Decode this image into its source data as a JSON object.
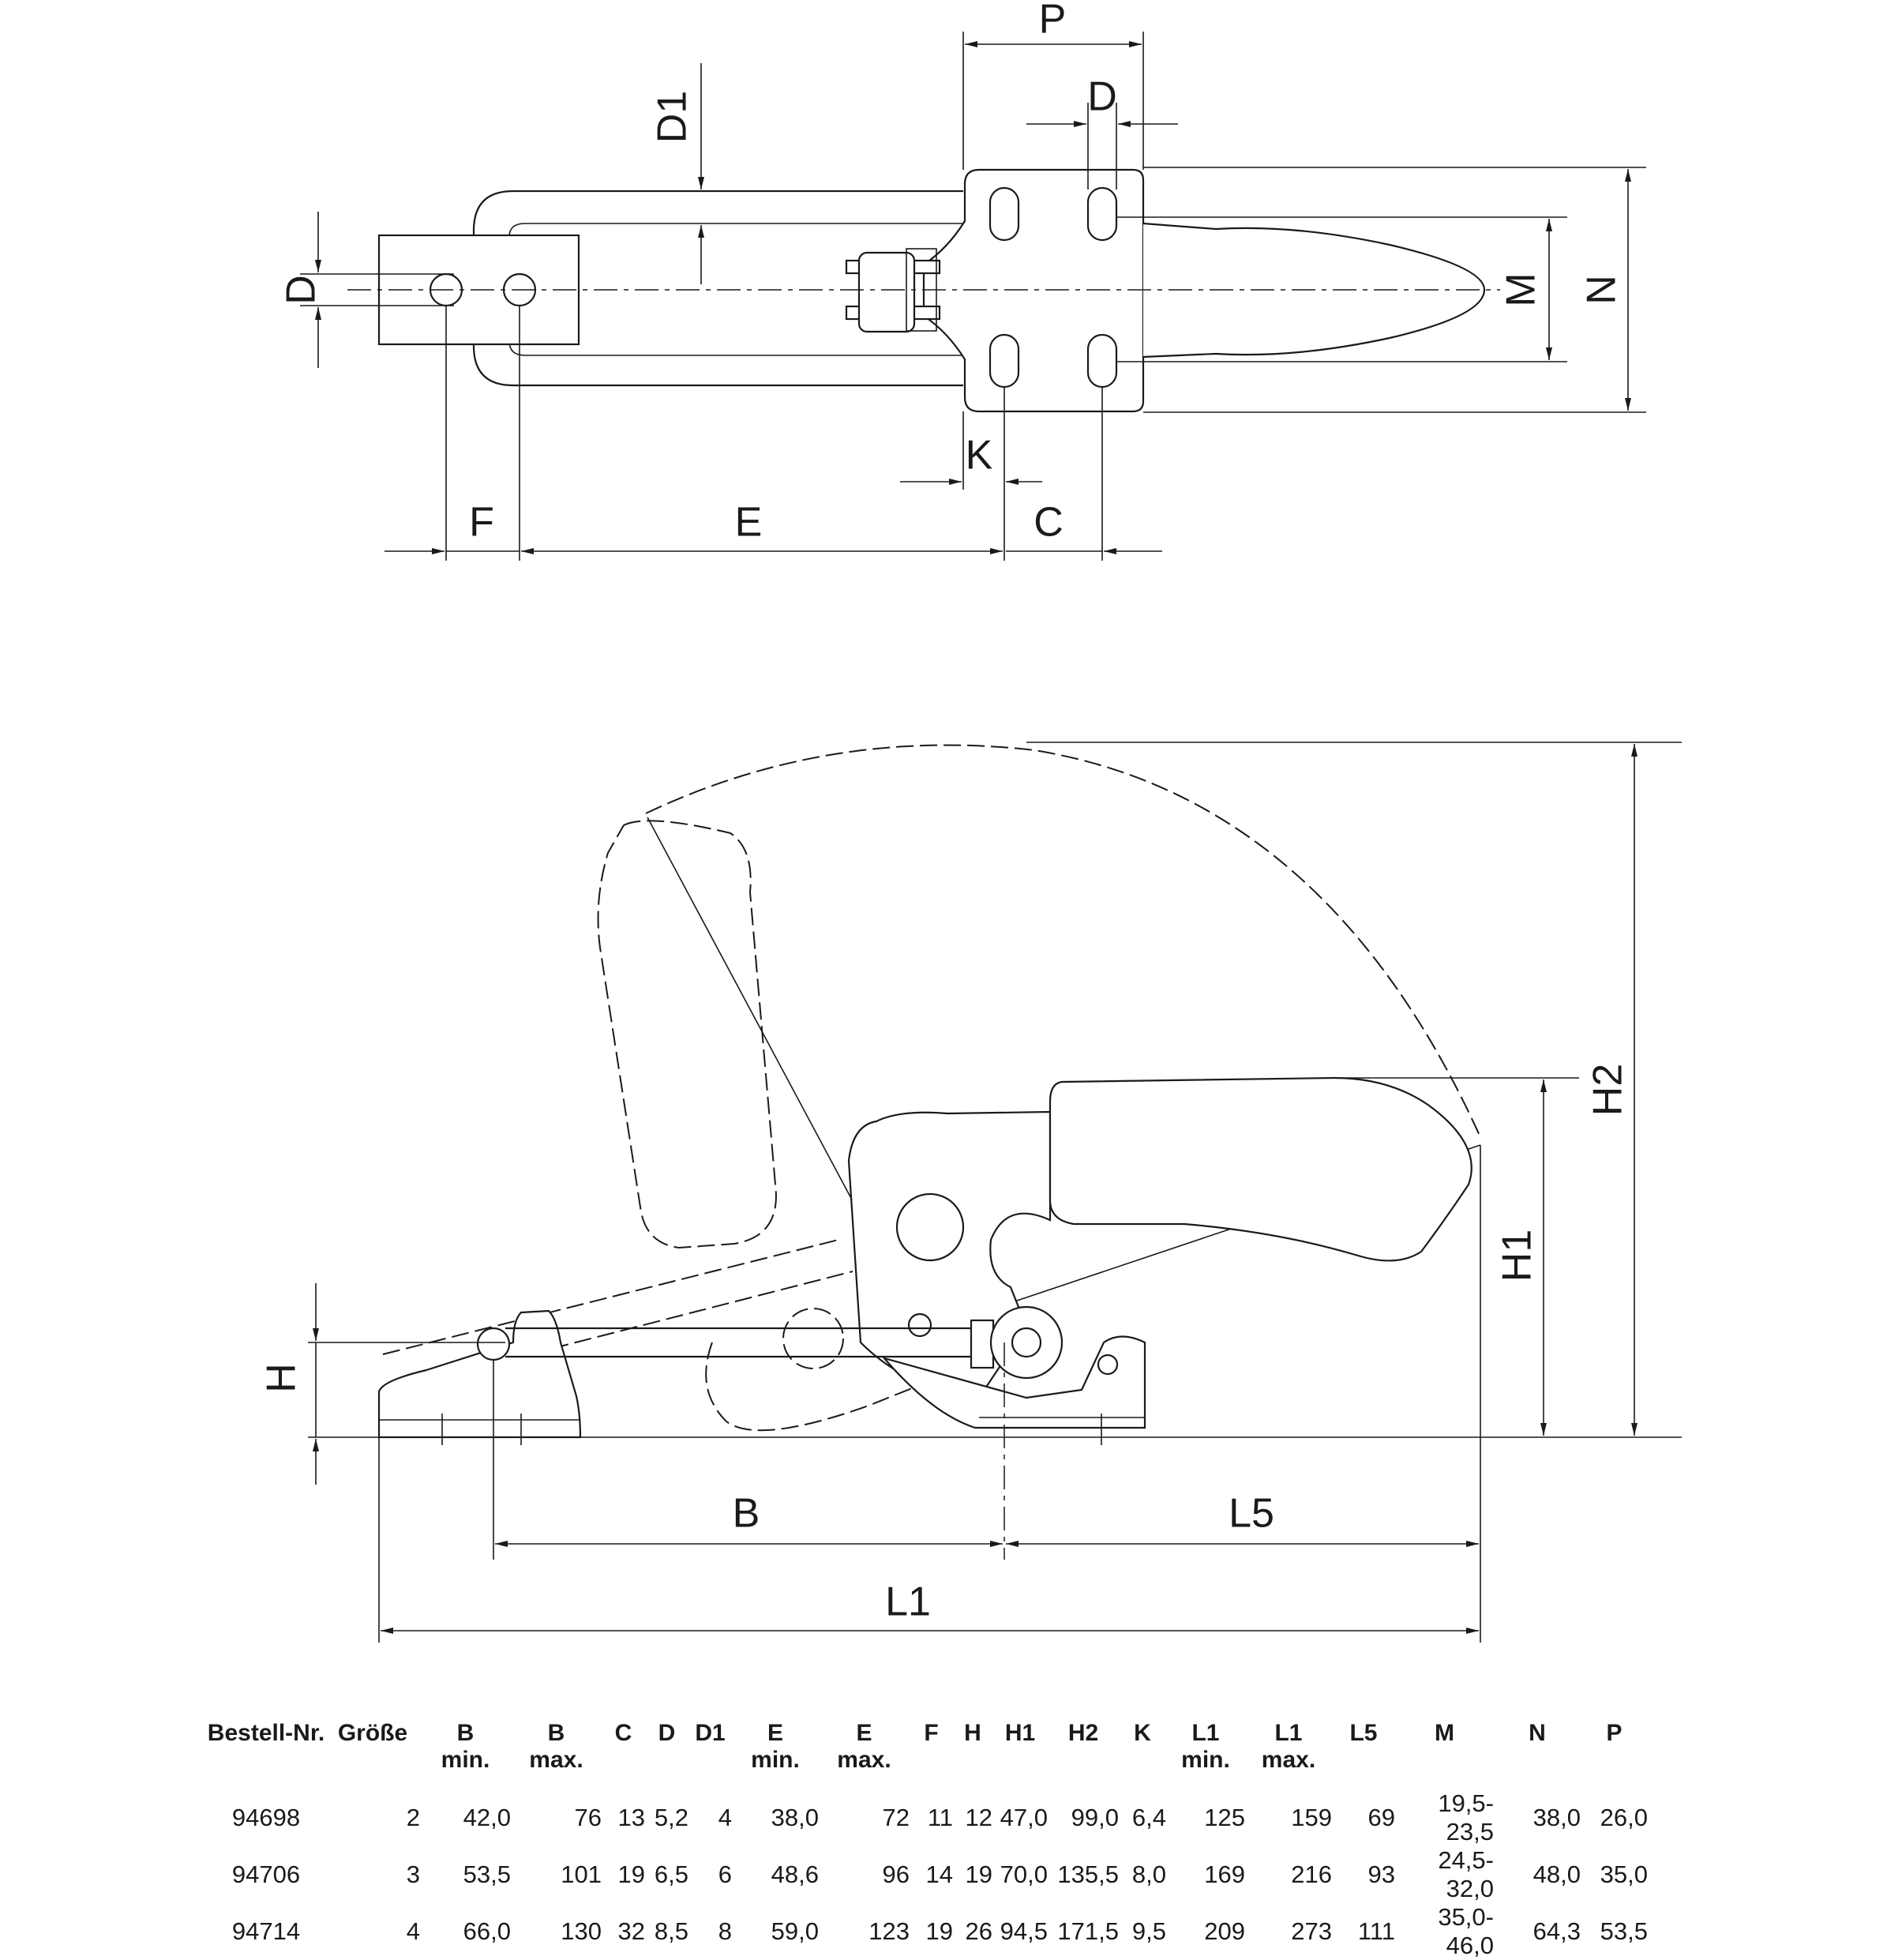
{
  "labels": {
    "top_view": {
      "p": "P",
      "d_top": "D",
      "d1": "D1",
      "d_left": "D",
      "m": "M",
      "n": "N",
      "k": "K",
      "f": "F",
      "e": "E",
      "c": "C"
    },
    "side_view": {
      "h": "H",
      "h1": "H1",
      "h2": "H2",
      "b": "B",
      "l5": "L5",
      "l1": "L1"
    }
  },
  "table": {
    "headers": [
      {
        "main": "Bestell-Nr.",
        "sub": ""
      },
      {
        "main": "Größe",
        "sub": ""
      },
      {
        "main": "B",
        "sub": "min."
      },
      {
        "main": "B",
        "sub": "max."
      },
      {
        "main": "C",
        "sub": ""
      },
      {
        "main": "D",
        "sub": ""
      },
      {
        "main": "D1",
        "sub": ""
      },
      {
        "main": "E",
        "sub": "min."
      },
      {
        "main": "E",
        "sub": "max."
      },
      {
        "main": "F",
        "sub": ""
      },
      {
        "main": "H",
        "sub": ""
      },
      {
        "main": "H1",
        "sub": ""
      },
      {
        "main": "H2",
        "sub": ""
      },
      {
        "main": "K",
        "sub": ""
      },
      {
        "main": "L1",
        "sub": "min."
      },
      {
        "main": "L1",
        "sub": "max."
      },
      {
        "main": "L5",
        "sub": ""
      },
      {
        "main": "M",
        "sub": ""
      },
      {
        "main": "N",
        "sub": ""
      },
      {
        "main": "P",
        "sub": ""
      }
    ],
    "rows": [
      [
        "94698",
        "2",
        "42,0",
        "76",
        "13",
        "5,2",
        "4",
        "38,0",
        "72",
        "11",
        "12",
        "47,0",
        "99,0",
        "6,4",
        "125",
        "159",
        "69",
        "19,5-23,5",
        "38,0",
        "26,0"
      ],
      [
        "94706",
        "3",
        "53,5",
        "101",
        "19",
        "6,5",
        "6",
        "48,6",
        "96",
        "14",
        "19",
        "70,0",
        "135,5",
        "8,0",
        "169",
        "216",
        "93",
        "24,5-32,0",
        "48,0",
        "35,0"
      ],
      [
        "94714",
        "4",
        "66,0",
        "130",
        "32",
        "8,5",
        "8",
        "59,0",
        "123",
        "19",
        "26",
        "94,5",
        "171,5",
        "9,5",
        "209",
        "273",
        "111",
        "35,0-46,0",
        "64,3",
        "53,5"
      ]
    ]
  }
}
